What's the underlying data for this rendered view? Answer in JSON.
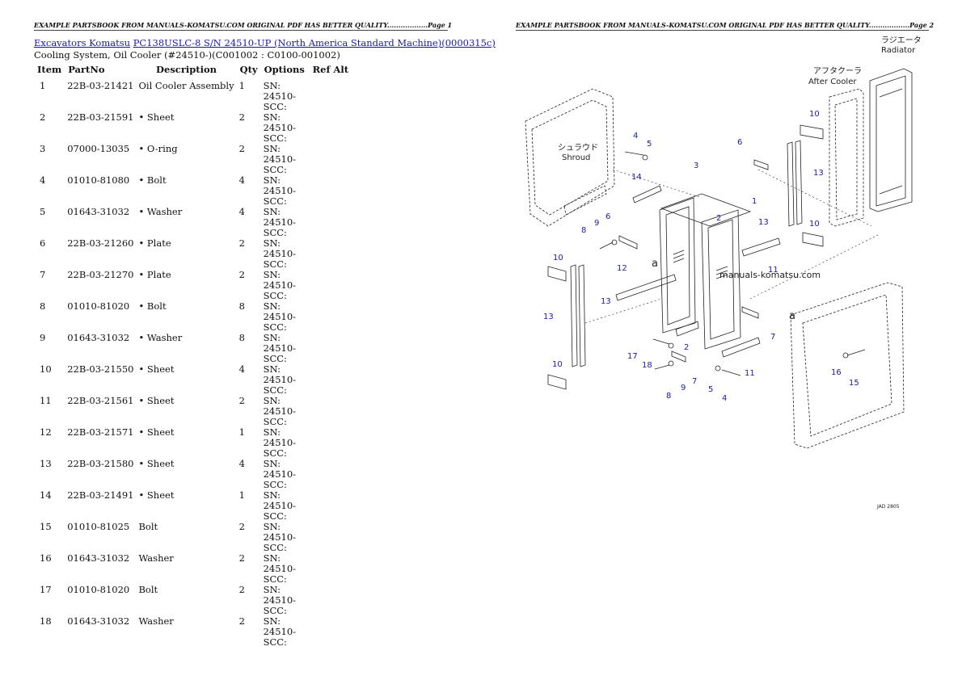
{
  "header": {
    "page1": "EXAMPLE PARTSBOOK FROM MANUALS-KOMATSU.COM ORIGINAL PDF HAS BETTER QUALITY..................Page 1",
    "page2": "EXAMPLE PARTSBOOK FROM MANUALS-KOMATSU.COM ORIGINAL PDF HAS BETTER QUALITY..................Page 2"
  },
  "breadcrumb": {
    "link1": "Excavators Komatsu",
    "link2": "PC138USLC-8 S/N 24510-UP (North America Standard Machine)(0000315c)"
  },
  "subtitle": "Cooling System, Oil Cooler (#24510-)(C001002 : C0100-001002)",
  "table": {
    "headers": [
      "Item",
      "PartNo",
      "Description",
      "Qty",
      "Options",
      "Ref Alt"
    ],
    "rows": [
      {
        "item": "1",
        "partno": "22B-03-21421",
        "desc": "Oil Cooler Assembly",
        "qty": "1",
        "opt": "SN: 24510-SCC:"
      },
      {
        "item": "2",
        "partno": "22B-03-21591",
        "desc": "• Sheet",
        "qty": "2",
        "opt": "SN: 24510-SCC:"
      },
      {
        "item": "3",
        "partno": "07000-13035",
        "desc": "• O-ring",
        "qty": "2",
        "opt": "SN: 24510-SCC:"
      },
      {
        "item": "4",
        "partno": "01010-81080",
        "desc": "• Bolt",
        "qty": "4",
        "opt": "SN: 24510-SCC:"
      },
      {
        "item": "5",
        "partno": "01643-31032",
        "desc": "• Washer",
        "qty": "4",
        "opt": "SN: 24510-SCC:"
      },
      {
        "item": "6",
        "partno": "22B-03-21260",
        "desc": "• Plate",
        "qty": "2",
        "opt": "SN: 24510-SCC:"
      },
      {
        "item": "7",
        "partno": "22B-03-21270",
        "desc": "• Plate",
        "qty": "2",
        "opt": "SN: 24510-SCC:"
      },
      {
        "item": "8",
        "partno": "01010-81020",
        "desc": "• Bolt",
        "qty": "8",
        "opt": "SN: 24510-SCC:"
      },
      {
        "item": "9",
        "partno": "01643-31032",
        "desc": "• Washer",
        "qty": "8",
        "opt": "SN: 24510-SCC:"
      },
      {
        "item": "10",
        "partno": "22B-03-21550",
        "desc": "• Sheet",
        "qty": "4",
        "opt": "SN: 24510-SCC:"
      },
      {
        "item": "11",
        "partno": "22B-03-21561",
        "desc": "• Sheet",
        "qty": "2",
        "opt": "SN: 24510-SCC:"
      },
      {
        "item": "12",
        "partno": "22B-03-21571",
        "desc": "• Sheet",
        "qty": "1",
        "opt": "SN: 24510-SCC:"
      },
      {
        "item": "13",
        "partno": "22B-03-21580",
        "desc": "• Sheet",
        "qty": "4",
        "opt": "SN: 24510-SCC:"
      },
      {
        "item": "14",
        "partno": "22B-03-21491",
        "desc": "• Sheet",
        "qty": "1",
        "opt": "SN: 24510-SCC:"
      },
      {
        "item": "15",
        "partno": "01010-81025",
        "desc": "Bolt",
        "qty": "2",
        "opt": "SN: 24510-SCC:"
      },
      {
        "item": "16",
        "partno": "01643-31032",
        "desc": "Washer",
        "qty": "2",
        "opt": "SN: 24510-SCC:"
      },
      {
        "item": "17",
        "partno": "01010-81020",
        "desc": "Bolt",
        "qty": "2",
        "opt": "SN: 24510-SCC:"
      },
      {
        "item": "18",
        "partno": "01643-31032",
        "desc": "Washer",
        "qty": "2",
        "opt": "SN: 24510-SCC:"
      }
    ]
  },
  "diagram": {
    "radiator_jp": "ラジエータ",
    "radiator_en": "Radiator",
    "aftercooler_jp": "アフタクーラ",
    "aftercooler_en": "After Cooler",
    "shroud_jp": "シュラウド",
    "shroud_en": "Shroud",
    "watermark": "manuals-komatsu.com",
    "code": "JAD 2805",
    "label_color": "#1a1aa8"
  }
}
